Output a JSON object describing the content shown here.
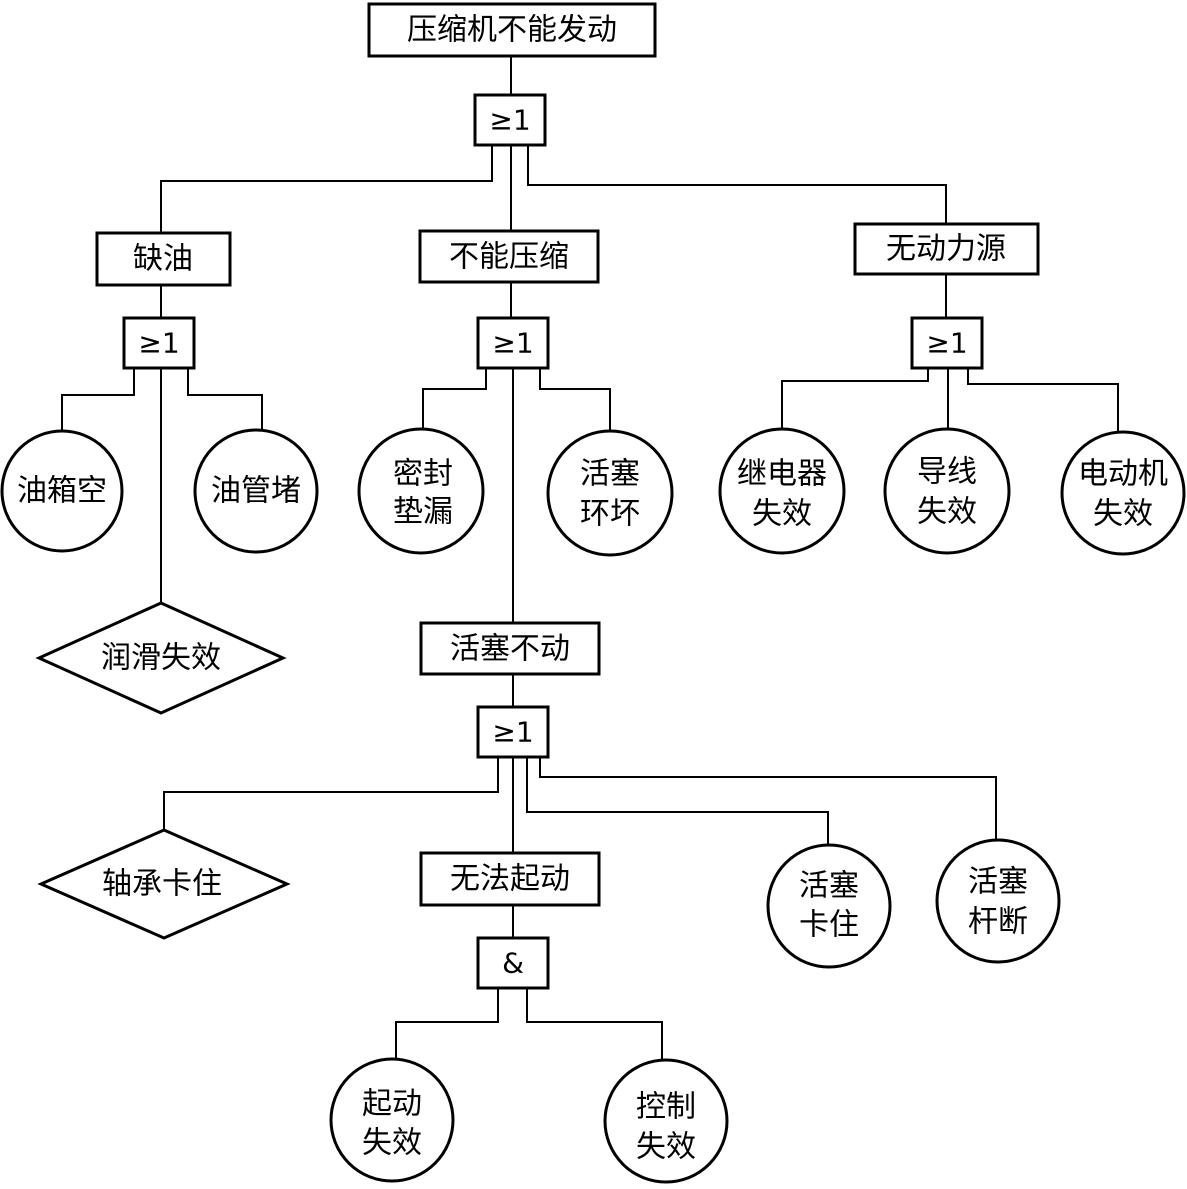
{
  "events": {
    "top": "压缩机不能发动",
    "lack_oil": "缺油",
    "no_compress": "不能压缩",
    "no_power": "无动力源",
    "piston_stuck_event": "活塞不动",
    "cannot_start": "无法起动"
  },
  "gates": {
    "or": "≥1",
    "and": "&"
  },
  "basic_events": {
    "tank_empty": "油箱空",
    "pipe_blocked": "油管堵",
    "seal_leak": [
      "密封",
      "垫漏"
    ],
    "piston_broken": [
      "活塞",
      "环坏"
    ],
    "relay_fail": [
      "继电器",
      "失效"
    ],
    "wire_fail": [
      "导线",
      "失效"
    ],
    "motor_fail": [
      "电动机",
      "失效"
    ],
    "piston_jam": [
      "活塞",
      "卡住"
    ],
    "rod_broken": [
      "活塞",
      "杆断"
    ],
    "start_fail": [
      "起动",
      "失效"
    ],
    "control_fail": [
      "控制",
      "失效"
    ]
  },
  "undeveloped_events": {
    "lube_fail": "润滑失效",
    "bearing_stuck": "轴承卡住"
  }
}
